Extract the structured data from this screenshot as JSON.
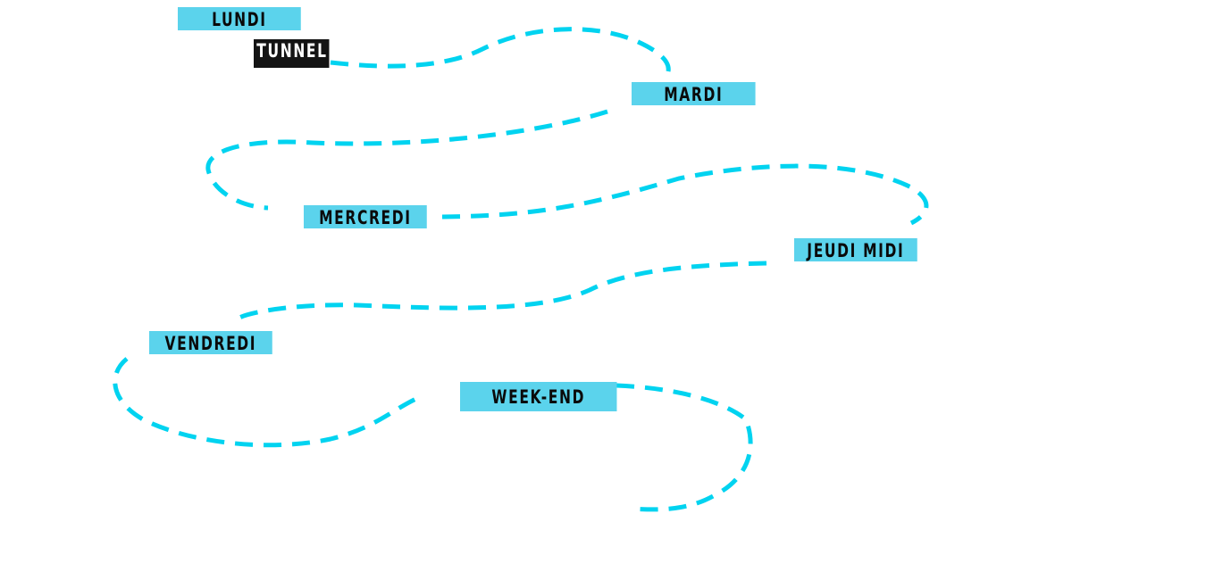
{
  "route": {
    "stroke_color": "#00d3f0",
    "label_color": "#5bd3ec",
    "highlight_color": "#141414"
  },
  "labels": {
    "lundi": "LUNDI",
    "tunnel": "TUNNEL",
    "mardi": "MARDI",
    "mercredi": "MERCREDI",
    "jeudi": "JEUDI  MIDI",
    "vendredi": "VENDREDI",
    "weekend": "WEEK-END"
  }
}
